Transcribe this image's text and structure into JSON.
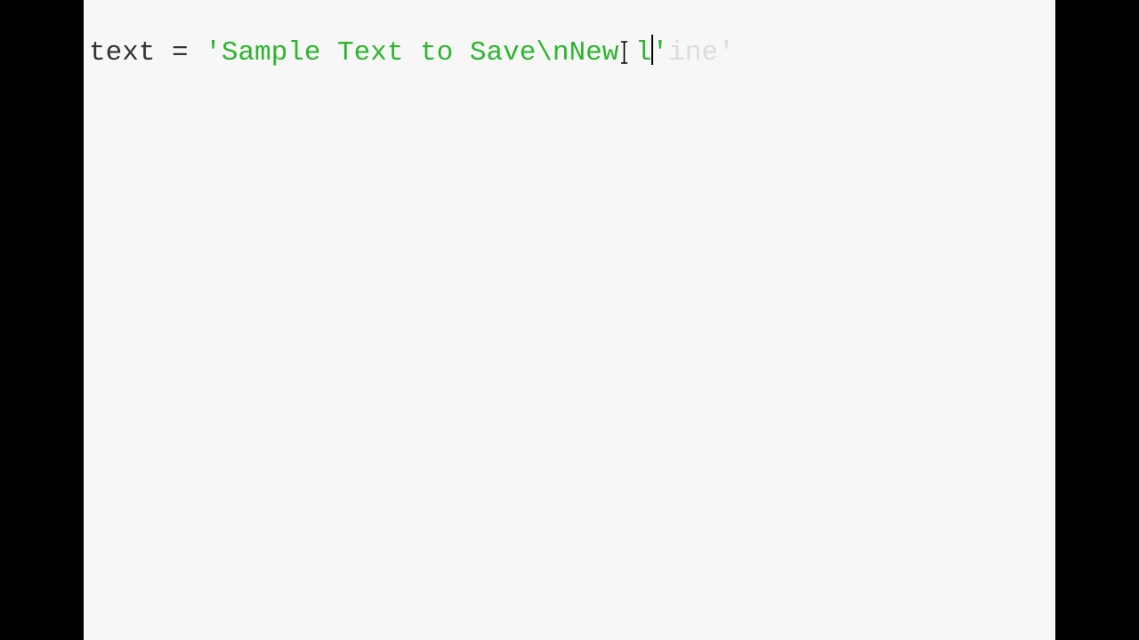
{
  "editor": {
    "line": {
      "variable": "text",
      "operator": " = ",
      "string_typed": "'Sample Text to Save\\nNew l",
      "closing_quote": "'",
      "suggestion": "ine",
      "suggestion_quote": "'"
    }
  },
  "colors": {
    "background": "#000000",
    "editor_background": "#f7f7f7",
    "code_text": "#333333",
    "string": "#2db52d",
    "autocomplete_ghost": "#dcdcdc"
  },
  "icons": {
    "mouse_cursor": "i-beam-cursor-icon"
  }
}
